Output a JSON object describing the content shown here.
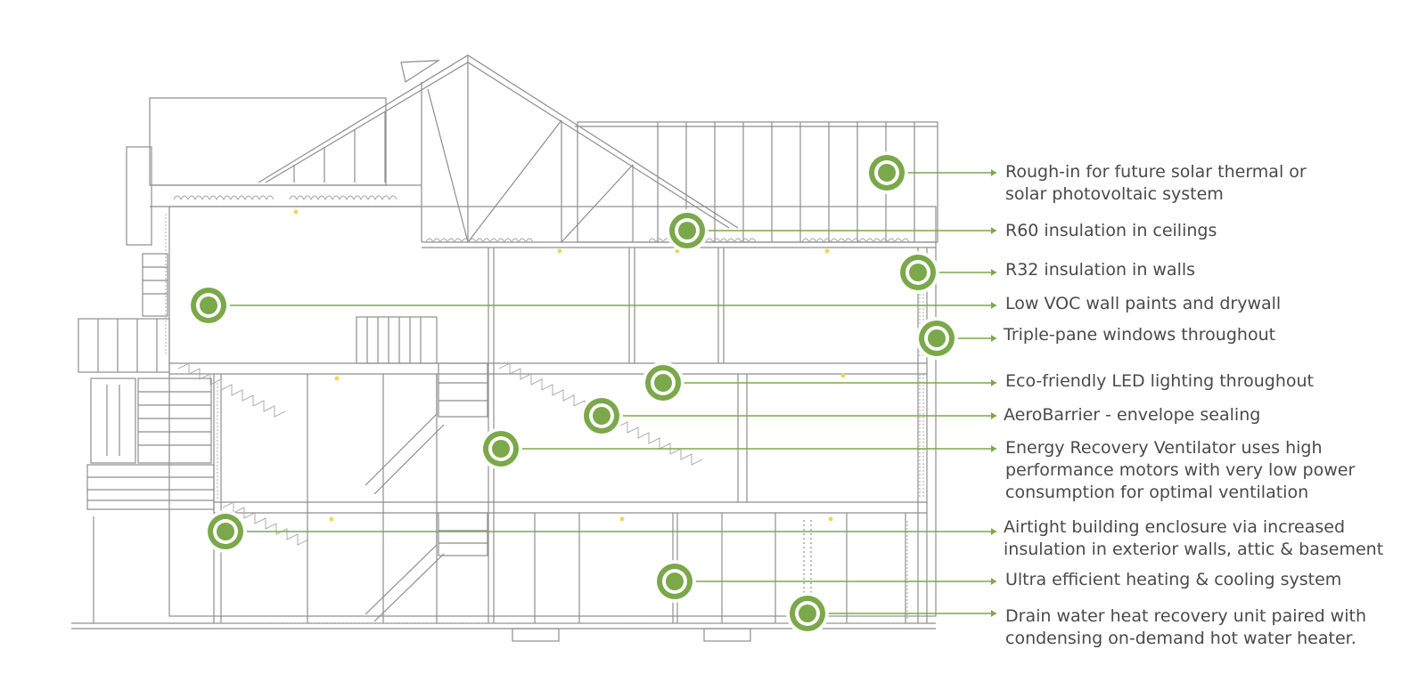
{
  "colors": {
    "accent": "#7ba84a",
    "line": "#8a8a8a",
    "ring": "#ffffff",
    "text": "#4a4a4a"
  },
  "callouts": [
    {
      "id": "solar",
      "lines": [
        "Rough-in for future solar thermal or",
        "solar photovoltaic system"
      ]
    },
    {
      "id": "r60",
      "lines": [
        "R60 insulation in ceilings"
      ]
    },
    {
      "id": "r32",
      "lines": [
        "R32 insulation in walls"
      ]
    },
    {
      "id": "voc",
      "lines": [
        "Low VOC wall paints and drywall"
      ]
    },
    {
      "id": "windows",
      "lines": [
        "Triple-pane windows throughout"
      ]
    },
    {
      "id": "led",
      "lines": [
        "Eco-friendly LED lighting throughout"
      ]
    },
    {
      "id": "aerobarrier",
      "lines": [
        "AeroBarrier - envelope sealing"
      ]
    },
    {
      "id": "erv",
      "lines": [
        "Energy Recovery Ventilator uses high",
        "performance motors with very low power",
        "consumption for optimal ventilation"
      ]
    },
    {
      "id": "airtight",
      "lines": [
        "Airtight building enclosure via increased",
        "insulation in exterior walls, attic & basement"
      ]
    },
    {
      "id": "hvac",
      "lines": [
        "Ultra efficient heating & cooling system"
      ]
    },
    {
      "id": "drain",
      "lines": [
        "Drain water heat recovery unit paired with",
        "condensing on-demand hot water heater."
      ]
    }
  ]
}
